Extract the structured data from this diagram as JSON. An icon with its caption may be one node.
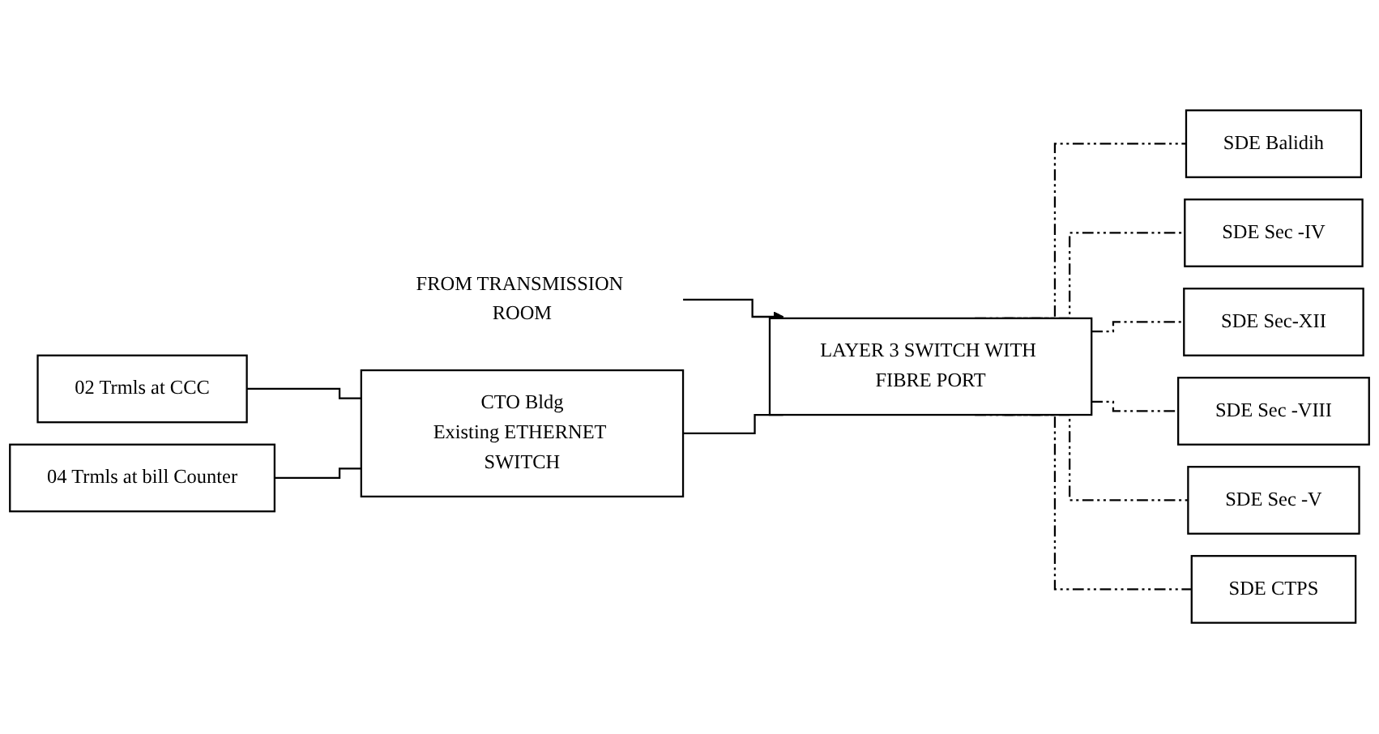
{
  "diagram": {
    "nodes": [
      {
        "text": [
          "LAYER 3 SWITCH WITH FIBRE PORT"
        ]
      },
      {
        "text": [
          "FROM TRANSMISSION ROOM"
        ]
      },
      {
        "text": [
          "02 Trmls at CCC"
        ]
      },
      {
        "text": [
          "04 Trmls at bill Counter"
        ]
      },
      {
        "text": [
          "CTO Bldg",
          "Existing ETHERNET SWITCH"
        ]
      },
      {
        "text": [
          "SDE Balidih"
        ]
      },
      {
        "text": [
          "SDE Sec -IV"
        ]
      },
      {
        "text": [
          "SDE Sec-XII"
        ]
      },
      {
        "text": [
          "SDE Sec -VIII"
        ]
      },
      {
        "text": [
          "SDE Sec -V"
        ]
      },
      {
        "text": [
          "SDE CTPS"
        ]
      }
    ],
    "edges": [
      {
        "from": 1,
        "to": 0,
        "arrow": "to"
      },
      {
        "from": 2,
        "to": 4,
        "arrow": "none"
      },
      {
        "from": 3,
        "to": 4,
        "arrow": "none"
      },
      {
        "from": 4,
        "to": 0,
        "arrow": "none"
      },
      {
        "from": 0,
        "to": 5,
        "arrow": "none",
        "style": "dashed"
      },
      {
        "from": 0,
        "to": 6,
        "arrow": "none",
        "style": "dashed"
      },
      {
        "from": 0,
        "to": 7,
        "arrow": "none",
        "style": "dashed"
      },
      {
        "from": 0,
        "to": 8,
        "arrow": "none",
        "style": "dashed"
      },
      {
        "from": 0,
        "to": 9,
        "arrow": "none",
        "style": "dashed"
      },
      {
        "from": 0,
        "to": 10,
        "arrow": "none",
        "style": "dashed"
      }
    ]
  }
}
